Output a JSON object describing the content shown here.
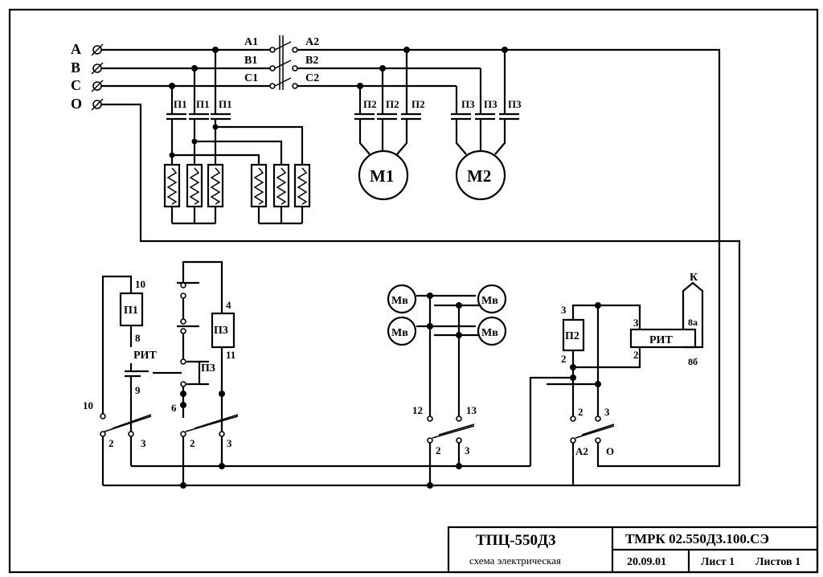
{
  "phases": [
    "A",
    "B",
    "C",
    "O"
  ],
  "breaker": {
    "in": [
      "A1",
      "B1",
      "C1"
    ],
    "out": [
      "A2",
      "B2",
      "C2"
    ]
  },
  "contactors": {
    "p1": "П1",
    "p2": "П2",
    "p3": "П3"
  },
  "motors": {
    "m1": "М1",
    "m2": "М2",
    "mv": "Мв"
  },
  "control": {
    "rit": "РИТ",
    "p1_coil": "П1",
    "p3_coil": "П3",
    "p3_contact": "П3",
    "p2_coil": "П2",
    "rit_relay": "РИТ",
    "k": "К",
    "terms": {
      "t10_top": "10",
      "t8": "8",
      "t9": "9",
      "t4": "4",
      "t11": "11",
      "t6": "6",
      "t10_left": "10",
      "s1_2": "2",
      "s1_3": "3",
      "s2_2": "2",
      "s2_3": "3",
      "t12": "12",
      "t13": "13",
      "s3_2": "2",
      "s3_3": "3",
      "p2_top": "3",
      "p2_bot": "2",
      "rit_l3": "3",
      "rit_l2": "2",
      "rit_8a": "8а",
      "rit_8b": "8б",
      "s4_t2": "2",
      "s4_t3": "3",
      "s4_a2": "А2",
      "s4_o": "О"
    }
  },
  "title_block": {
    "name": "ТПЦ-550Д3",
    "subtitle": "схема электрическая",
    "code": "ТМРК 02.550Д3.100.СЭ",
    "date": "20.09.01",
    "sheet": "Лист  1",
    "sheets": "Листов  1"
  }
}
